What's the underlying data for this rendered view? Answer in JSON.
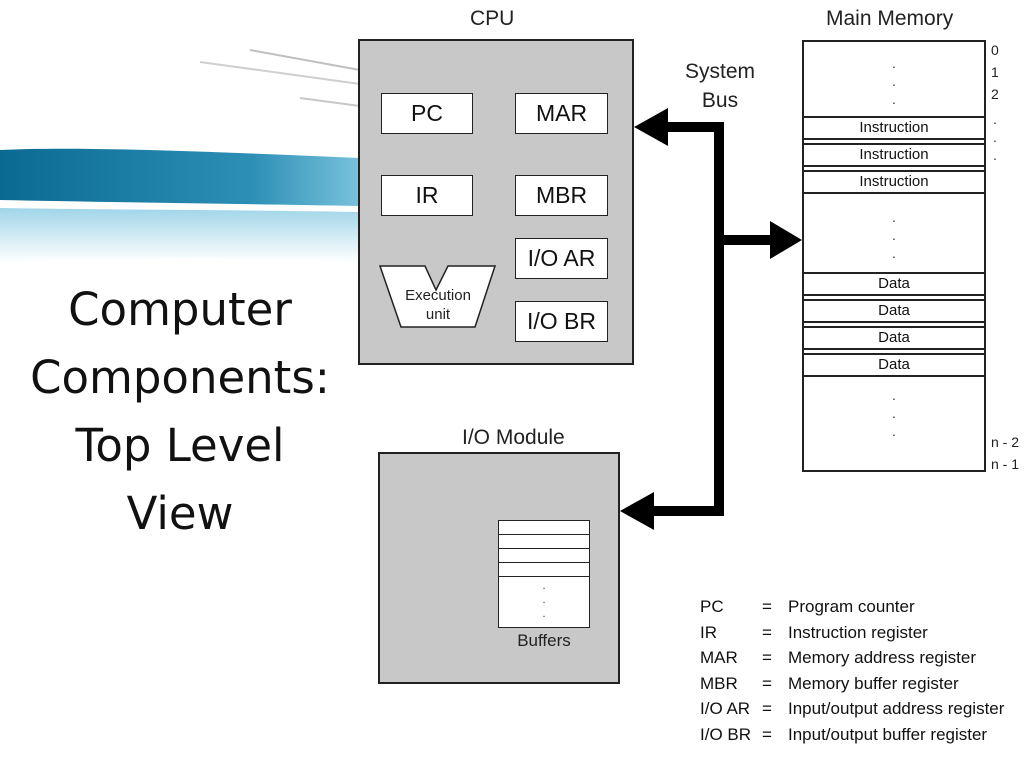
{
  "slide": {
    "title_lines": [
      "Computer",
      "Components:",
      "Top Level",
      "View"
    ]
  },
  "cpu": {
    "label": "CPU",
    "registers": {
      "pc": "PC",
      "mar": "MAR",
      "ir": "IR",
      "mbr": "MBR",
      "io_ar": "I/O AR",
      "io_br": "I/O BR"
    },
    "execution_unit": [
      "Execution",
      "unit"
    ]
  },
  "system_bus": {
    "label_lines": [
      "System",
      "Bus"
    ]
  },
  "main_memory": {
    "label": "Main Memory",
    "addresses_top": [
      "0",
      "1",
      "2"
    ],
    "addresses_bottom": [
      "n - 2",
      "n - 1"
    ],
    "instructions": [
      "Instruction",
      "Instruction",
      "Instruction"
    ],
    "data": [
      "Data",
      "Data",
      "Data",
      "Data"
    ]
  },
  "io_module": {
    "label": "I/O Module",
    "buffers_label": "Buffers"
  },
  "legend": [
    {
      "abbr": "PC",
      "eq": "=",
      "desc": "Program counter"
    },
    {
      "abbr": "IR",
      "eq": "=",
      "desc": "Instruction register"
    },
    {
      "abbr": "MAR",
      "eq": "=",
      "desc": "Memory address register"
    },
    {
      "abbr": "MBR",
      "eq": "=",
      "desc": "Memory buffer register"
    },
    {
      "abbr": "I/O AR",
      "eq": "=",
      "desc": "Input/output address register"
    },
    {
      "abbr": "I/O BR",
      "eq": "=",
      "desc": "Input/output buffer register"
    }
  ],
  "colors": {
    "panel": "#c8c8c8",
    "wave_dark": "#0e6e96",
    "wave_light": "#7fc6df"
  }
}
